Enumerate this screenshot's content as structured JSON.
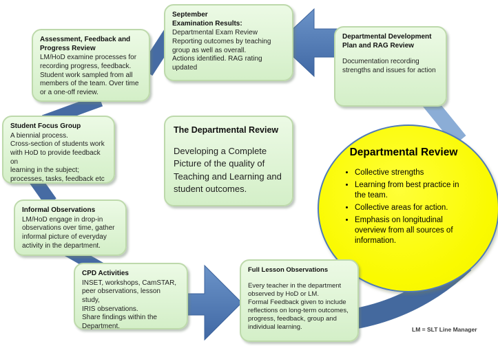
{
  "colors": {
    "node_fill": "#ddf2d0",
    "node_border": "#bdd9ab",
    "arrow_blue": "#4d7ab5",
    "band_blue": "#44699e",
    "connector_blue": "#8badd6",
    "circle_fill": "#fbfb00",
    "circle_border": "#4f7ab8"
  },
  "nodes": {
    "assessment": {
      "title": "Assessment, Feedback and\nProgress Review",
      "body": "LM/HoD examine processes for\nrecording progress, feedback.\nStudent work sampled from all\nmembers of the team.  Over time\nor a one-off review."
    },
    "september": {
      "title": "September\nExamination Results:",
      "body": "Departmental Exam Review\nReporting outcomes by teaching\ngroup as well as overall.\nActions identified. RAG rating\nupdated"
    },
    "dev_plan": {
      "title": "Departmental Development\nPlan and RAG Review",
      "body": "Documentation recording\nstrengths and issues for action"
    },
    "student_focus": {
      "title": "Student Focus Group",
      "body": "A biennial process.\nCross-section of students work\nwith HoD to provide feedback on\nlearning in the subject;\nprocesses, tasks, feedback etc"
    },
    "informal_obs": {
      "title": "Informal Observations",
      "body": "LM/HoD engage in drop-in\nobservations over time, gather\ninformal picture of everyday\nactivity in the department."
    },
    "cpd": {
      "title": "CPD Activities",
      "body": "INSET, workshops, CamSTAR,\npeer observations, lesson study,\nIRIS observations.\nShare findings within the\nDepartment."
    },
    "full_lesson": {
      "title": "Full Lesson Observations",
      "body": "Every teacher in the department\nobserved by HoD or LM.\nFormal Feedback given to include\nreflections on long-term outcomes,\nprogress, feedback, group and\nindividual learning."
    }
  },
  "center": {
    "title": "The Departmental Review",
    "body": "Developing a Complete\nPicture of the quality of\nTeaching and Learning and\nstudent outcomes."
  },
  "review_circle": {
    "title": "Departmental Review",
    "bullets": [
      "Collective strengths",
      "Learning from best practice in\nthe team.",
      "Collective areas for action.",
      "Emphasis on longitudinal\noverview from all sources of\ninformation."
    ]
  },
  "footnote": "LM = SLT Line Manager"
}
